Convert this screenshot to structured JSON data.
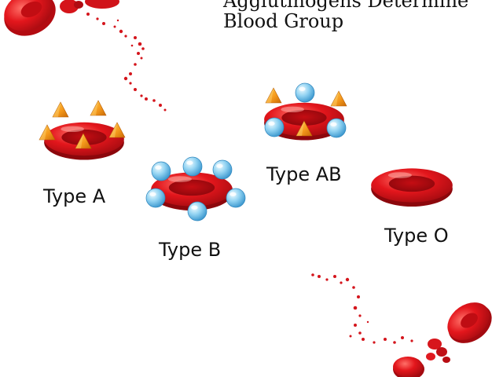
{
  "title": {
    "line1": "Agglutinogens Determine",
    "line2": "Blood Group"
  },
  "cells": [
    {
      "label": "Type A",
      "antigens": "triangles (A agglutinogen)"
    },
    {
      "label": "Type B",
      "antigens": "spheres (B agglutinogen)"
    },
    {
      "label": "Type AB",
      "antigens": "triangles and spheres"
    },
    {
      "label": "Type O",
      "antigens": "none"
    }
  ],
  "colors": {
    "cell": "#e0141c",
    "cell_dark": "#a30a10",
    "cell_light": "#ff6a64",
    "antigen_a": "#f59a1c",
    "antigen_b": "#8fd0f0"
  }
}
